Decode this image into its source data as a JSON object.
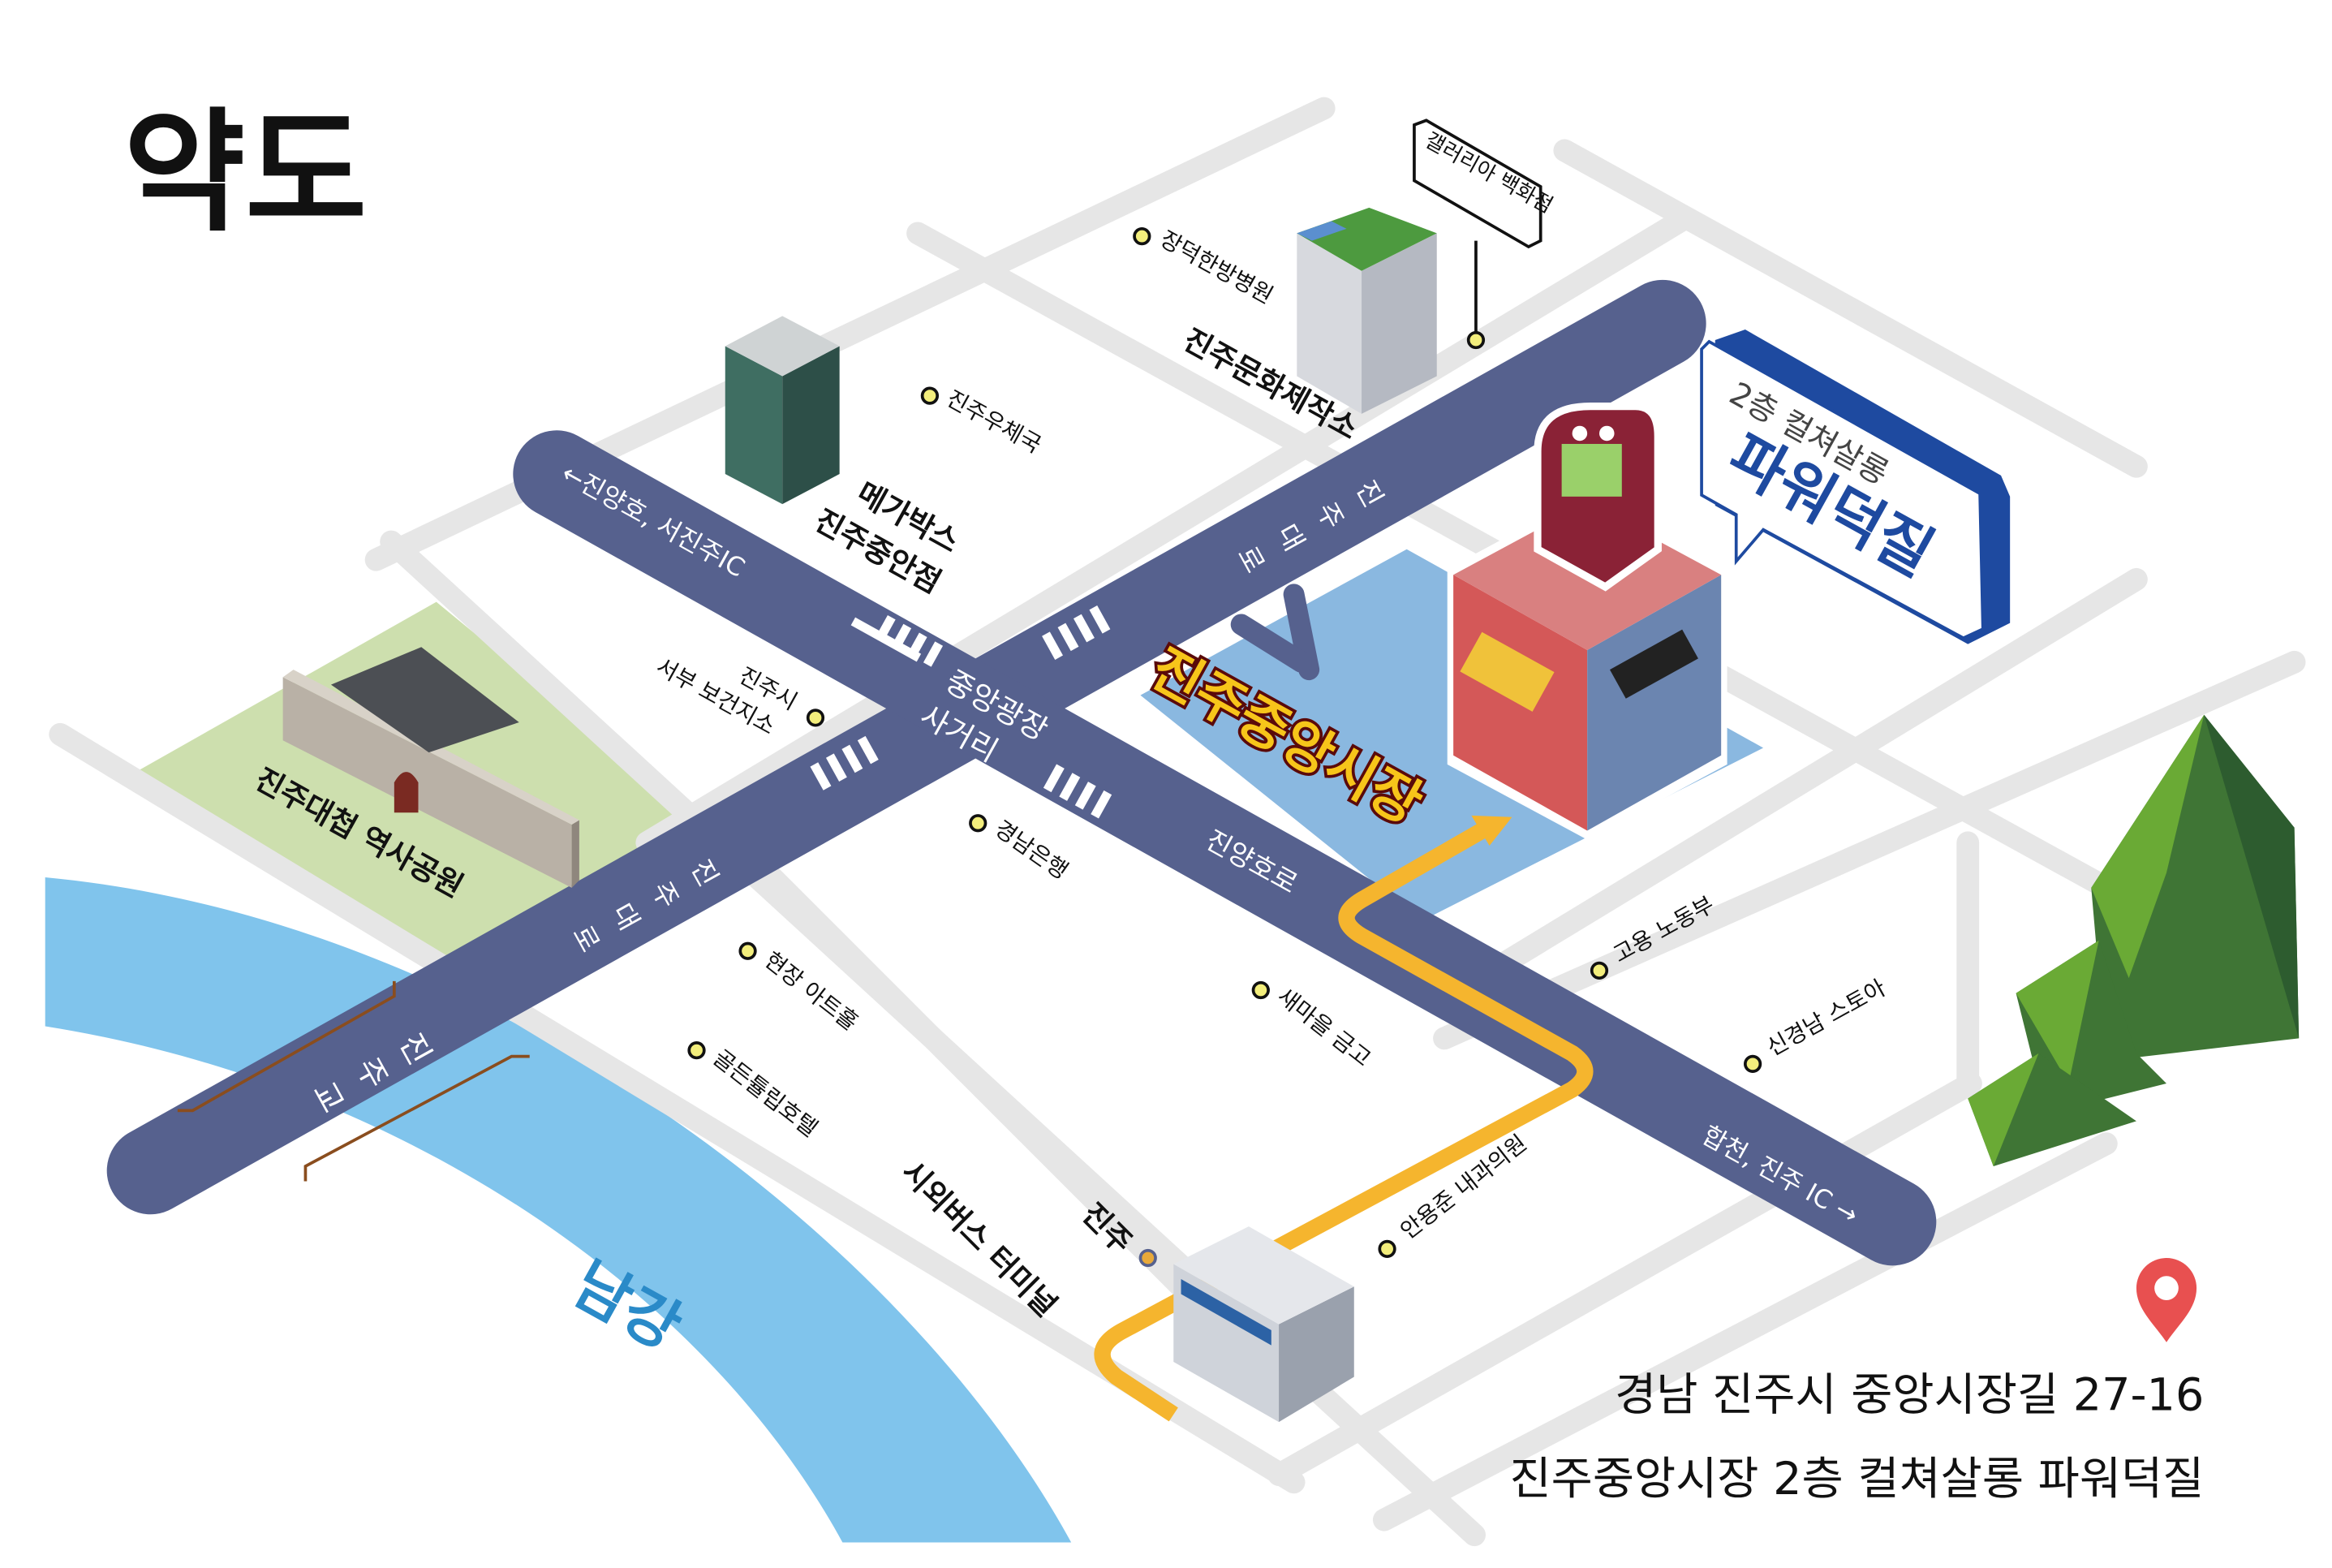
{
  "title": "약도",
  "colors": {
    "road": "#56618e",
    "street": "#e6e6e6",
    "river": "#80c4ec",
    "park": "#cddfae",
    "market_block": "#8ab8e0",
    "route": "#f5b52e",
    "brand_blue": "#1e4aa0",
    "pin": "#e85050",
    "poi_dot": "#f3ee7c"
  },
  "roads": {
    "jinyangho_west": "←진양호, 서진주IC",
    "jinju_daero_ne": "진주대로",
    "jinju_daero_sw": "진주대로",
    "jinju_bridge": "진주교",
    "jinyangho_ro": "진양호로",
    "hapcheon_ic": "합천, 진주 IC →",
    "intersection_line1": "중앙광장",
    "intersection_line2": "사거리",
    "river": "남강"
  },
  "landmarks": {
    "culture_factory": "진주문화제작소",
    "megabox_line1": "메가박스",
    "megabox_line2": "진주중안점",
    "park": "진주대첩 역사공원",
    "market": "진주중앙시장",
    "bus_terminal_line1": "진주",
    "bus_terminal_line2": "시외버스 터미널",
    "galleria_sign": "갤러리아 백화점"
  },
  "pois": {
    "jangdeok": "장덕한방병원",
    "post_office": "진주우체국",
    "health_line1": "진주시",
    "health_line2": "서부 보건지소",
    "kyongnam_bank": "경남은행",
    "art_hall": "현장 아트홀",
    "golden_tulip": "골든튤립호텔",
    "saemaeul": "새마을 금고",
    "labor": "고용 노동부",
    "store": "신경남 스토아",
    "clinic": "안용준 내과의원"
  },
  "promo": {
    "subtitle": "2층 컬쳐살롱",
    "name": "파워덕질"
  },
  "address": {
    "line1": "경남 진주시 중앙시장길 27-16",
    "line2": "진주중앙시장 2층 컬쳐살롱 파워덕질"
  },
  "icons": [
    "location-pin-icon",
    "arcade-cabinet-icon",
    "arrow-icon"
  ]
}
